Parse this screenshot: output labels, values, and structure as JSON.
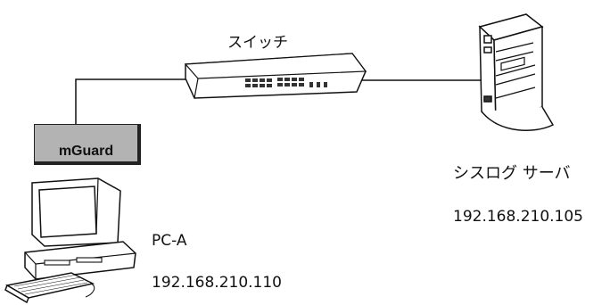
{
  "switch": {
    "label": "スイッチ"
  },
  "mguard": {
    "label": "mGuard"
  },
  "server": {
    "name": "シスログ サーバ",
    "ip": "192.168.210.105"
  },
  "pc": {
    "name": "PC-A",
    "ip": "192.168.210.110"
  },
  "colors": {
    "line": "#111111",
    "mguard_fill": "#b3b3b3"
  }
}
